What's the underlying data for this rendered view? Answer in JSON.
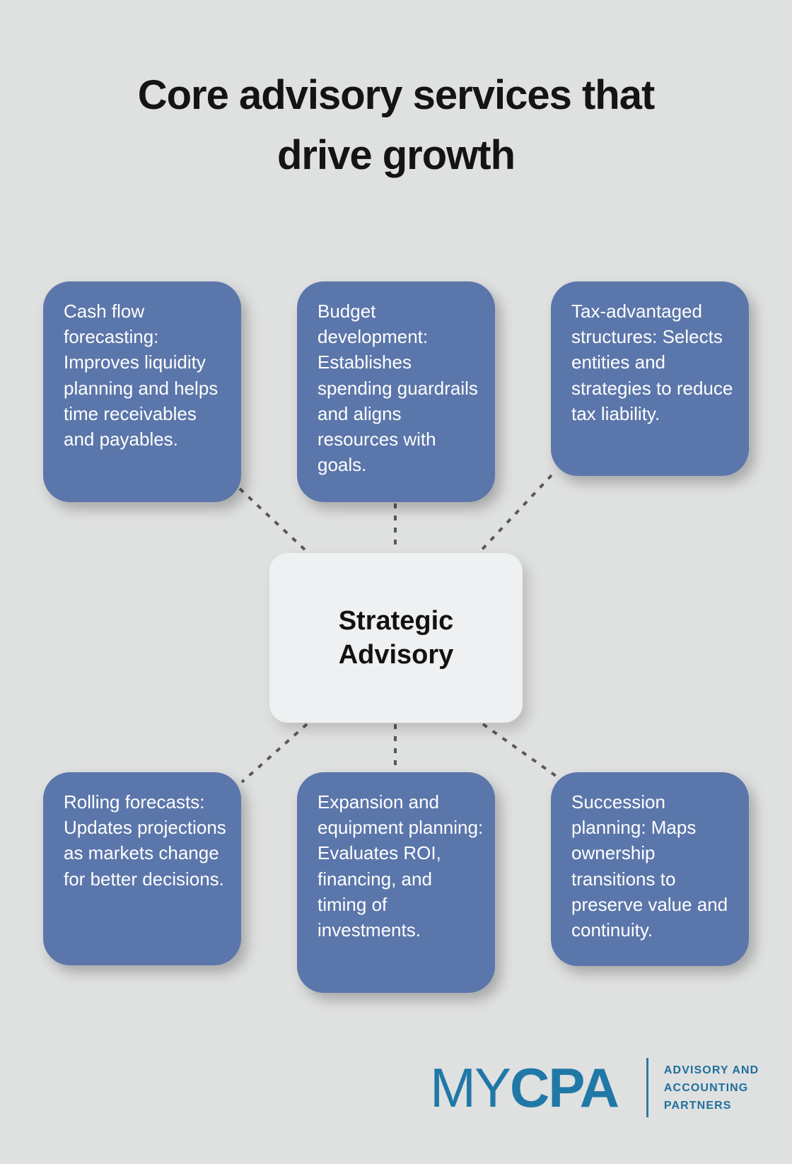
{
  "page": {
    "title_line1": "Core advisory services that",
    "title_line2": "drive growth"
  },
  "center_node": {
    "label": "Strategic Advisory"
  },
  "services": [
    {
      "name": "cash-flow-forecasting",
      "text": "Cash flow forecasting: Improves liquidity planning and helps time receivables and payables."
    },
    {
      "name": "budget-development",
      "text": "Budget development: Establishes spending guardrails and aligns resources with goals."
    },
    {
      "name": "tax-advantaged-structures",
      "text": "Tax-advantaged structures: Selects entities and strategies to reduce tax liability."
    },
    {
      "name": "rolling-forecasts",
      "text": "Rolling forecasts: Updates projections as markets change for better decisions."
    },
    {
      "name": "expansion-equipment-planning",
      "text": "Expansion and equipment planning: Evaluates ROI, financing, and timing of investments."
    },
    {
      "name": "succession-planning",
      "text": "Succession planning: Maps ownership transitions to preserve value and continuity."
    }
  ],
  "logo": {
    "brand_thin": "MY",
    "brand_bold": "CPA",
    "tagline_line1": "ADVISORY AND",
    "tagline_line2": "ACCOUNTING",
    "tagline_line3": "PARTNERS"
  },
  "colors": {
    "background": "#dfe0e0",
    "card_fill": "#5b76aa",
    "card_text": "#ffffff",
    "center_fill": "#eff0f1",
    "center_text": "#121212",
    "connector": "#595959",
    "brand_blue": "#2078a7",
    "tagline_blue": "#1e6f9e"
  }
}
